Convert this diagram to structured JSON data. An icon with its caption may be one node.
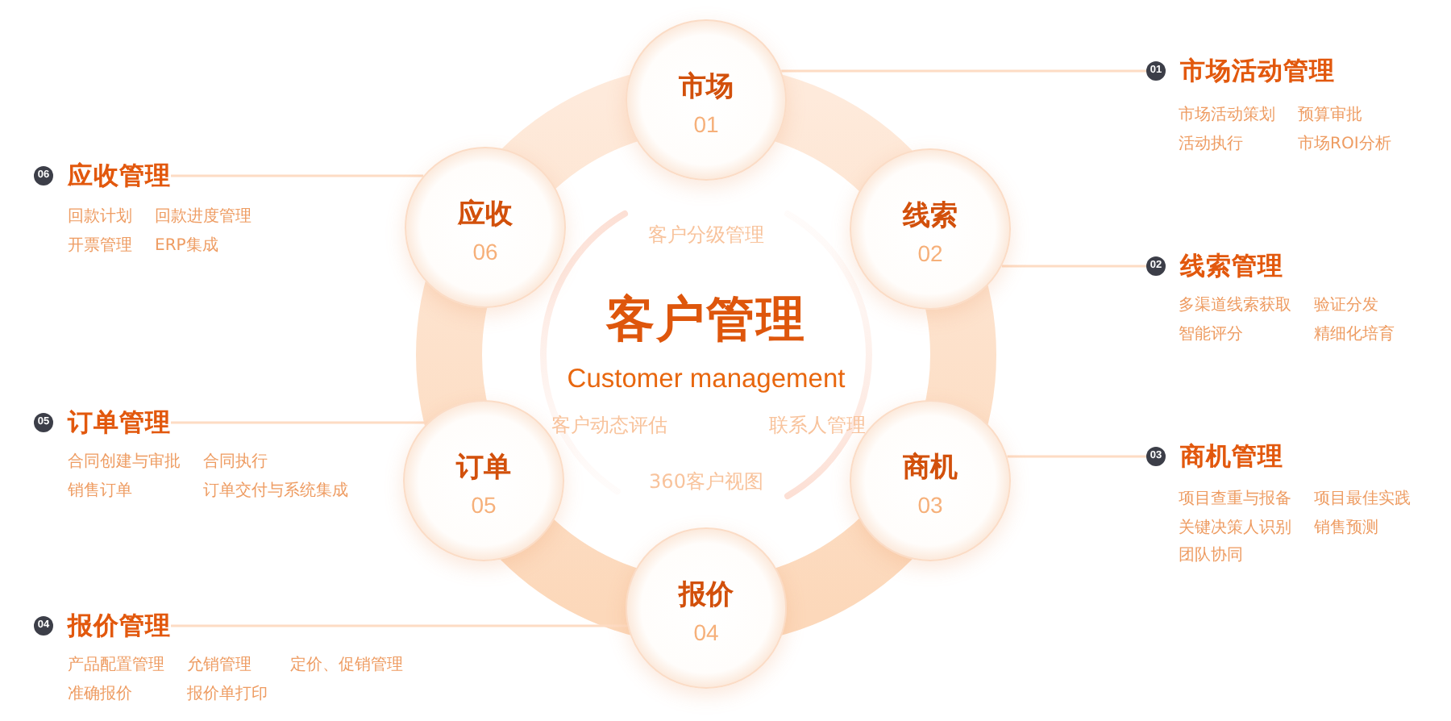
{
  "diagram": {
    "nodes": [
      {
        "text": [
          "客户分级管理",
          "客户管理",
          "Customer management",
          "客户动态评估",
          "联系人管理",
          "360客户视图"
        ]
      },
      {
        "text": [
          "市场",
          "01"
        ]
      },
      {
        "text": [
          "线索",
          "02"
        ]
      },
      {
        "text": [
          "商机",
          "03"
        ]
      },
      {
        "text": [
          "报价",
          "04"
        ]
      },
      {
        "text": [
          "订单",
          "05"
        ]
      },
      {
        "text": [
          "应收",
          "06"
        ]
      },
      {
        "text": [
          "市场活动管理"
        ],
        "beside": [
          "市场活动策划",
          "预算审批",
          "活动执行",
          "市场ROI分析"
        ]
      },
      {
        "text": [
          "01"
        ],
        "in": 7
      },
      {
        "text": [
          "线索管理"
        ],
        "beside": [
          "多渠道线索获取",
          "验证分发",
          "智能评分",
          "精细化培育"
        ]
      },
      {
        "text": [
          "02"
        ],
        "in": 9
      },
      {
        "text": [
          "商机管理"
        ],
        "beside": [
          "项目查重与报备",
          "项目最佳实践",
          "关键决策人识别",
          "销售预测",
          "团队协同"
        ]
      },
      {
        "text": [
          "03"
        ],
        "in": 11
      },
      {
        "text": [
          "报价管理"
        ],
        "beside": [
          "产品配置管理",
          "允销管理",
          "定价、促销管理",
          "准确报价",
          "报价单打印"
        ]
      },
      {
        "text": [
          "04"
        ],
        "in": 13
      },
      {
        "text": [
          "订单管理"
        ],
        "beside": [
          "合同创建与审批",
          "合同执行",
          "销售订单",
          "订单交付与系统集成"
        ]
      },
      {
        "text": [
          "05"
        ],
        "in": 15
      },
      {
        "text": [
          "应收管理"
        ],
        "beside": [
          "回款计划",
          "回款进度管理",
          "开票管理",
          "ERP集成"
        ]
      },
      {
        "text": [
          "06"
        ],
        "in": 17
      }
    ],
    "edges": [
      {
        "from": 1,
        "to": 7,
        "arrow": "none"
      },
      {
        "from": 2,
        "to": 9,
        "arrow": "none"
      },
      {
        "from": 3,
        "to": 11,
        "arrow": "none"
      },
      {
        "from": 4,
        "to": 13,
        "arrow": "none"
      },
      {
        "from": 5,
        "to": 15,
        "arrow": "none"
      },
      {
        "from": 6,
        "to": 17,
        "arrow": "none"
      }
    ]
  }
}
